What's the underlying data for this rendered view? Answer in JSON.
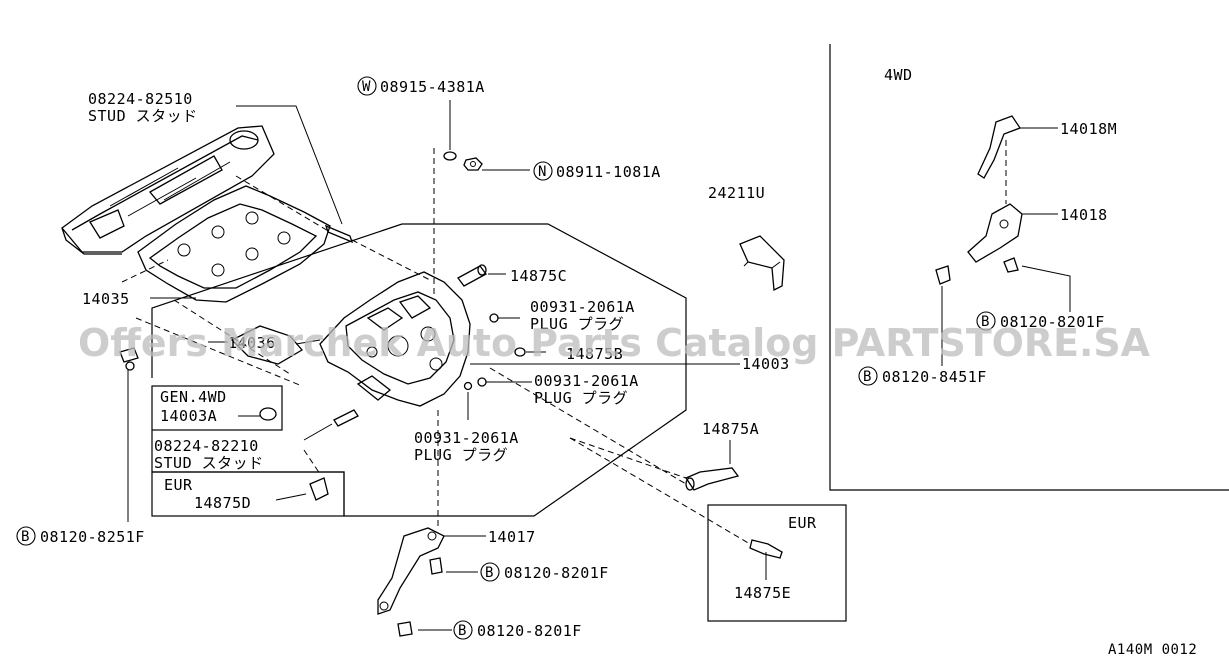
{
  "labels": {
    "stud_top_pn": "08224-82510",
    "stud_top_name": "STUD スタッド",
    "washer_pn": "08915-4381A",
    "washer_sym": "W",
    "nut_pn": "08911-1081A",
    "nut_sym": "N",
    "p24211u": "24211U",
    "p14875c": "14875C",
    "plug1_pn": "00931-2061A",
    "plug1_name": "PLUG プラグ",
    "p14875b": "14875B",
    "p14003": "14003",
    "plug2_pn": "00931-2061A",
    "plug2_name": "PLUG プラグ",
    "plug3_pn": "00931-2061A",
    "plug3_name": "PLUG プラグ",
    "p14035": "14035",
    "p14036": "14036",
    "gen4wd_title": "GEN.4WD",
    "p14003a": "14003A",
    "stud2_pn": "08224-82210",
    "stud2_name": "STUD スタッド",
    "eur1_title": "EUR",
    "p14875d": "14875D",
    "bolt_left_pn": "08120-8251F",
    "bolt_sym": "B",
    "p14017": "14017",
    "bolt_a_pn": "08120-8201F",
    "bolt_b_pn": "08120-8201F",
    "p14875a": "14875A",
    "eur2_title": "EUR",
    "p14875e": "14875E",
    "fourwd_title": "4WD",
    "p14018m": "14018M",
    "p14018": "14018",
    "bolt_4wd_a_pn": "08120-8201F",
    "bolt_4wd_b_pn": "08120-8451F",
    "diagram_code": "A140M 0012",
    "watermark": "Offers Marchek Auto Parts Catalog PARTSTORE.SA"
  }
}
